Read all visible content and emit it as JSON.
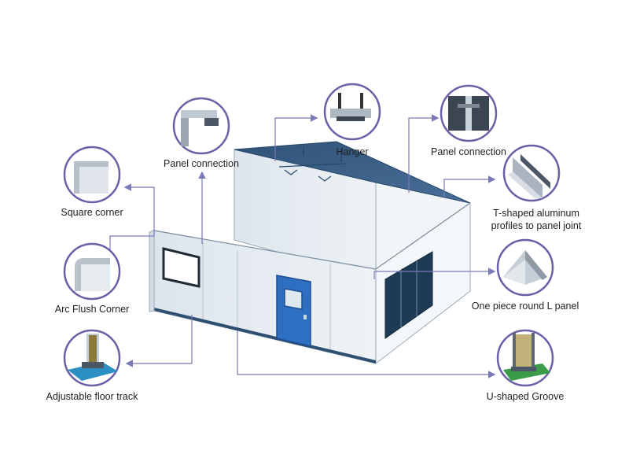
{
  "labels": {
    "panel_connection_left": "Panel connection",
    "hanger": "Hanger",
    "panel_connection_right": "Panel connection",
    "square_corner": "Square corner",
    "t_shaped_line1": "T-shaped aluminum",
    "t_shaped_line2": "profiles to panel joint",
    "arc_flush_corner": "Arc Flush Corner",
    "one_piece_round_l": "One piece round L panel",
    "adjustable_floor_track": "Adjustable floor track",
    "u_shaped_groove": "U-shaped Groove"
  },
  "colors": {
    "connector_line": "#7a7ab8",
    "circle_border": "#6b5fa8",
    "panel_light": "#e3e9ef",
    "panel_top": "#3c5f86",
    "door": "#2f6fc2"
  }
}
